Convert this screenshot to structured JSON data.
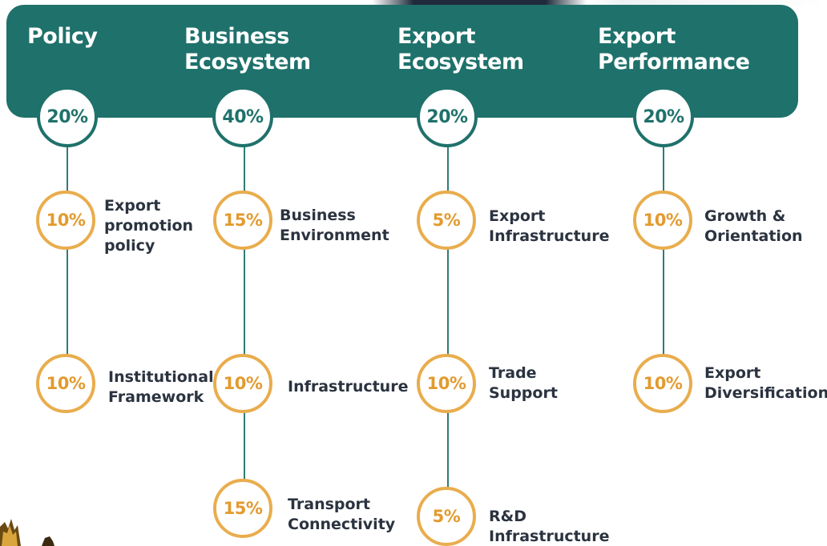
{
  "pillars": [
    {
      "title": "Policy",
      "weight": "20%",
      "items": [
        {
          "weight": "10%",
          "label": "Export\npromotion\npolicy"
        },
        {
          "weight": "10%",
          "label": "Institutional\nFramework"
        }
      ]
    },
    {
      "title": "Business\nEcosystem",
      "weight": "40%",
      "items": [
        {
          "weight": "15%",
          "label": "Business\nEnvironment"
        },
        {
          "weight": "10%",
          "label": "Infrastructure"
        },
        {
          "weight": "15%",
          "label": "Transport\nConnectivity"
        }
      ]
    },
    {
      "title": "Export\nEcosystem",
      "weight": "20%",
      "items": [
        {
          "weight": "5%",
          "label": "Export\nInfrastructure"
        },
        {
          "weight": "10%",
          "label": "Trade\nSupport"
        },
        {
          "weight": "5%",
          "label": "R&D\nInfrastructure"
        }
      ]
    },
    {
      "title": "Export\nPerformance",
      "weight": "20%",
      "items": [
        {
          "weight": "10%",
          "label": "Growth &\nOrientation"
        },
        {
          "weight": "10%",
          "label": "Export\nDiversification"
        }
      ]
    }
  ],
  "colors": {
    "banner": "#1f716b",
    "pillar_ring": "#1f716b",
    "item_ring": "#e9ad4d",
    "item_text": "#e39a2d",
    "label_text": "#2b3340"
  }
}
